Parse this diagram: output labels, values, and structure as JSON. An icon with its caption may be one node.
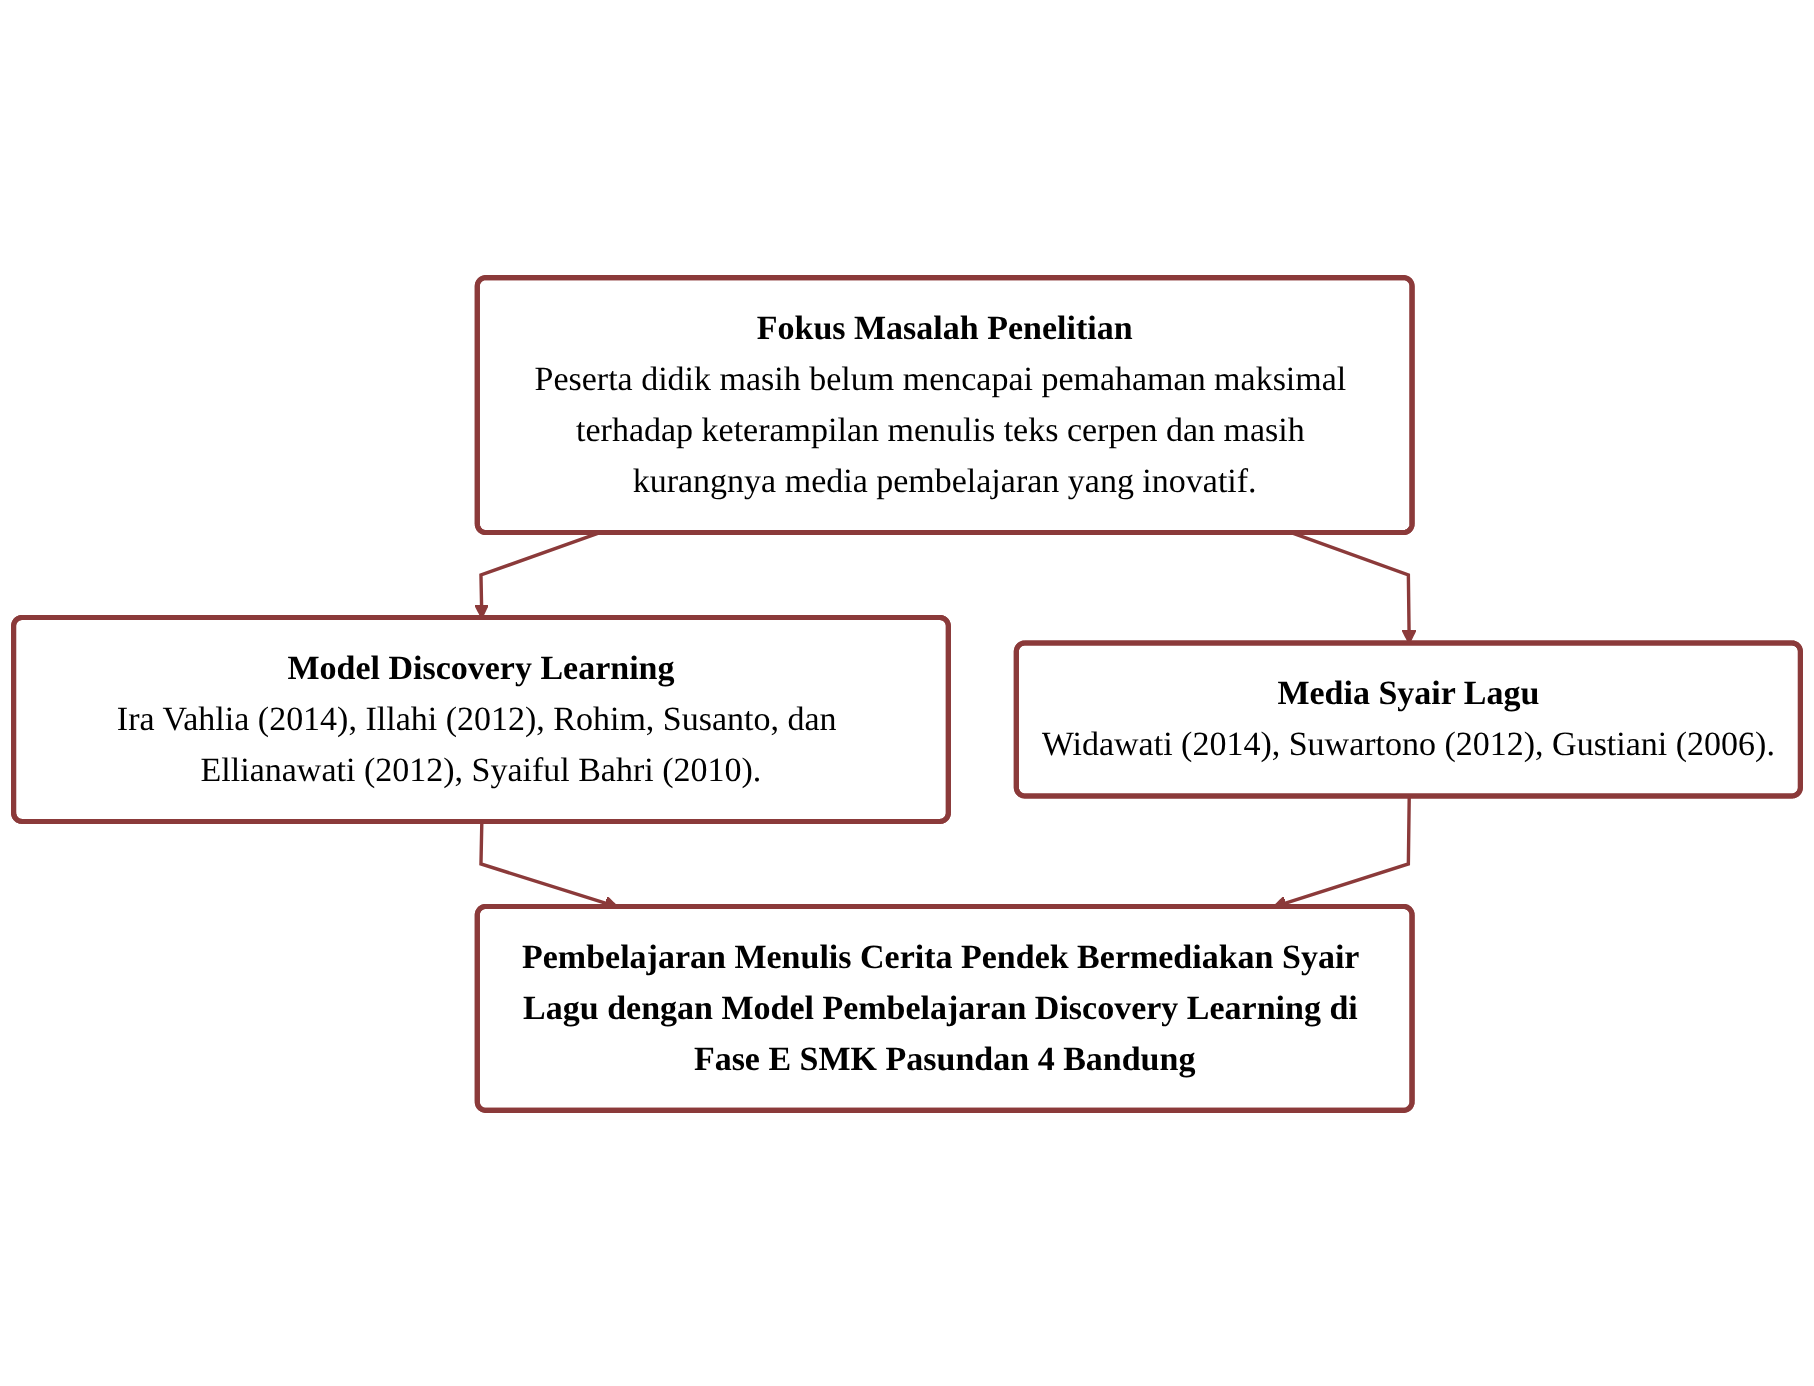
{
  "diagram": {
    "nodes": [
      {
        "text": [
          "Fokus Masalah Penelitian",
          "Peserta didik masih belum mencapai pemahaman maksimal terhadap keterampilan menulis teks cerpen dan masih kurangnya media pembelajaran yang inovatif."
        ]
      },
      {
        "text": [
          "Model Discovery Learning",
          "Ira Vahlia (2014), Illahi (2012), Rohim, Susanto, dan Ellianawati (2012), Syaiful Bahri (2010)."
        ]
      },
      {
        "text": [
          "Media Syair Lagu",
          "Widawati (2014), Suwartono (2012), Gustiani (2006)."
        ]
      },
      {
        "text": [
          "Pembelajaran Menulis Cerita Pendek Bermediakan Syair Lagu dengan Model Pembelajaran Discovery Learning di Fase E SMK Pasundan 4 Bandung"
        ]
      }
    ],
    "edges": [
      {
        "from": 0,
        "to": 1,
        "arrow": "to"
      },
      {
        "from": 0,
        "to": 2,
        "arrow": "to"
      },
      {
        "from": 1,
        "to": 3,
        "arrow": "to"
      },
      {
        "from": 2,
        "to": 3,
        "arrow": "to"
      }
    ]
  }
}
